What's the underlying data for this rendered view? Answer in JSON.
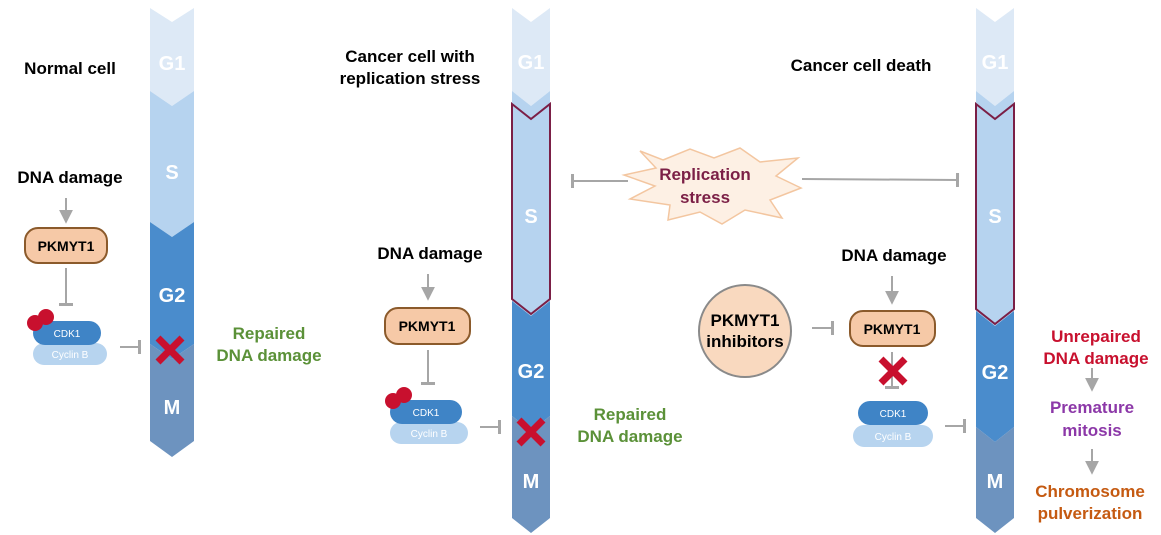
{
  "colors": {
    "g1": "#dde9f6",
    "s": "#b6d3ef",
    "g2": "#4a8ccc",
    "m": "#6d93bf",
    "phase_text": "#ffffff",
    "pkmyt1_fill": "#f6c9a7",
    "pkmyt1_stroke": "#8b5a2b",
    "inhibitor_fill": "#f9d9bf",
    "cdk1": "#3f84c6",
    "cyclin": "#b7d4ef",
    "phospho": "#c8102e",
    "cross": "#c8102e",
    "arrow": "#a6a6a6",
    "repaired": "#5b9138",
    "unrepaired": "#c8102e",
    "premature": "#8c38a8",
    "pulverization": "#c55a11",
    "replication_stress": "#7b1f46"
  },
  "phases": {
    "g1": "G1",
    "s": "S",
    "g2": "G2",
    "m": "M"
  },
  "panel1": {
    "title": "Normal cell",
    "dna_damage": "DNA damage",
    "pkmyt1": "PKMYT1",
    "cdk1": "CDK1",
    "cyclin_b": "Cyclin B",
    "outcome_line1": "Repaired",
    "outcome_line2": "DNA damage"
  },
  "panel2": {
    "title_line1": "Cancer cell with",
    "title_line2": "replication stress",
    "dna_damage": "DNA damage",
    "pkmyt1": "PKMYT1",
    "cdk1": "CDK1",
    "cyclin_b": "Cyclin B",
    "outcome_line1": "Repaired",
    "outcome_line2": "DNA damage"
  },
  "replication_stress": {
    "line1": "Replication",
    "line2": "stress"
  },
  "panel3": {
    "title": "Cancer cell death",
    "dna_damage": "DNA damage",
    "inhibitor_line1": "PKMYT1",
    "inhibitor_line2": "inhibitors",
    "pkmyt1": "PKMYT1",
    "cdk1": "CDK1",
    "cyclin_b": "Cyclin B",
    "outcome1_line1": "Unrepaired",
    "outcome1_line2": "DNA damage",
    "outcome2_line1": "Premature",
    "outcome2_line2": "mitosis",
    "outcome3_line1": "Chromosome",
    "outcome3_line2": "pulverization"
  }
}
